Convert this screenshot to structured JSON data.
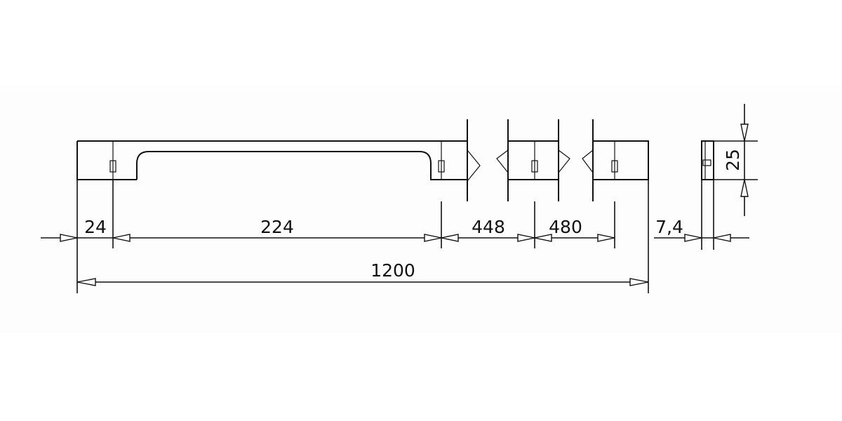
{
  "drawing": {
    "dimensions": {
      "d24": "24",
      "d224": "224",
      "d448": "448",
      "d480": "480",
      "d1200": "1200",
      "thickness": "7,4",
      "height": "25"
    },
    "colors": {
      "line": "#111111",
      "background": "#ffffff",
      "panel": "#fdfdfd"
    }
  }
}
